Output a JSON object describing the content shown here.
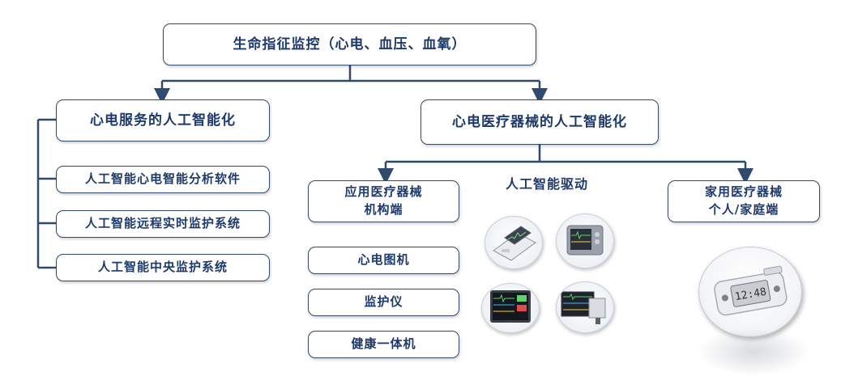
{
  "colors": {
    "box_border": "#2f4a6e",
    "text": "#1e3a6b",
    "connector": "#2f4a6e"
  },
  "root": {
    "label": "生命指征监控（心电、血压、血氧）"
  },
  "left": {
    "title": "心电服务的人工智能化",
    "items": [
      "人工智能心电智能分析软件",
      "人工智能远程实时监护系统",
      "人工智能中央监护系统"
    ]
  },
  "right": {
    "title": "心电医疗器械的人工智能化",
    "center_label": "人工智能驱动",
    "institution": {
      "line1": "应用医疗器械",
      "line2": "机构端"
    },
    "home": {
      "line1": "家用医疗器械",
      "line2": "个人/家庭端"
    },
    "devices": [
      "心电图机",
      "监护仪",
      "健康一体机"
    ]
  },
  "images": {
    "device_photos": [
      "ecg-machine-photo",
      "patient-monitor-photo",
      "bedside-monitor-photo",
      "central-station-photo"
    ],
    "home_device": {
      "name": "handheld-ecg-device-photo",
      "display": "12:48"
    }
  }
}
